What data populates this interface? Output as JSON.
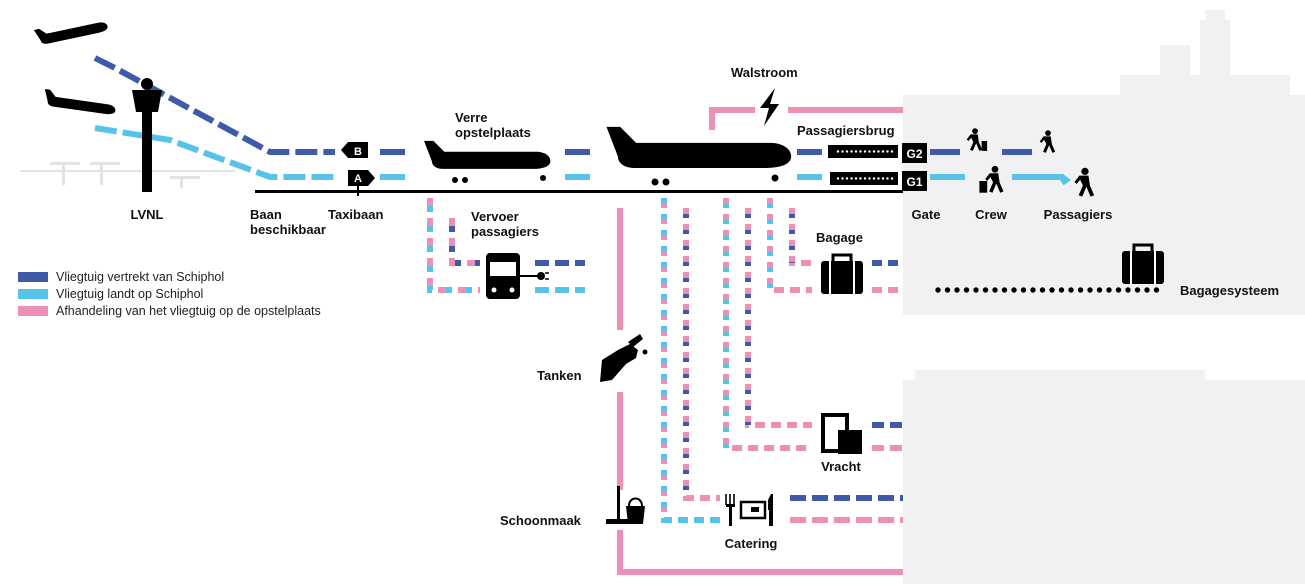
{
  "labels": {
    "lvnl": "LVNL",
    "baan_line1": "Baan",
    "baan_line2": "beschikbaar",
    "taxibaan": "Taxibaan",
    "verre_line1": "Verre",
    "verre_line2": "opstelplaats",
    "walstroom": "Walstroom",
    "passagiersbrug": "Passagiersbrug",
    "vervoer_line1": "Vervoer",
    "vervoer_line2": "passagiers",
    "bagage": "Bagage",
    "bagagesysteem": "Bagagesysteem",
    "gate": "Gate",
    "crew": "Crew",
    "passagiers": "Passagiers",
    "tanken": "Tanken",
    "vracht": "Vracht",
    "schoonmaak": "Schoonmaak",
    "catering": "Catering"
  },
  "markers": {
    "taxiway_b": "B",
    "taxiway_a": "A",
    "gate_g2": "G2",
    "gate_g1": "G1"
  },
  "legend": [
    {
      "label": "Vliegtuig vertrekt van Schiphol",
      "color": "#3f5aa8"
    },
    {
      "label": "Vliegtuig landt op Schiphol",
      "color": "#57c3e8"
    },
    {
      "label": "Afhandeling van het vliegtuig op de opstelplaats",
      "color": "#ee8fb8"
    }
  ],
  "colors": {
    "departure": "#3f5aa8",
    "arrival": "#57c3e8",
    "handling": "#ee8fb8",
    "ground": "#000000",
    "building": "#f1f1f4"
  },
  "icons": [
    "plane-icon",
    "tower-icon",
    "bus-icon",
    "fuel-pump-icon",
    "mop-bucket-icon",
    "suitcase-icon",
    "cargo-icon",
    "cutlery-tray-icon",
    "lightning-icon",
    "walking-person-icon",
    "pilot-trolley-icon"
  ]
}
